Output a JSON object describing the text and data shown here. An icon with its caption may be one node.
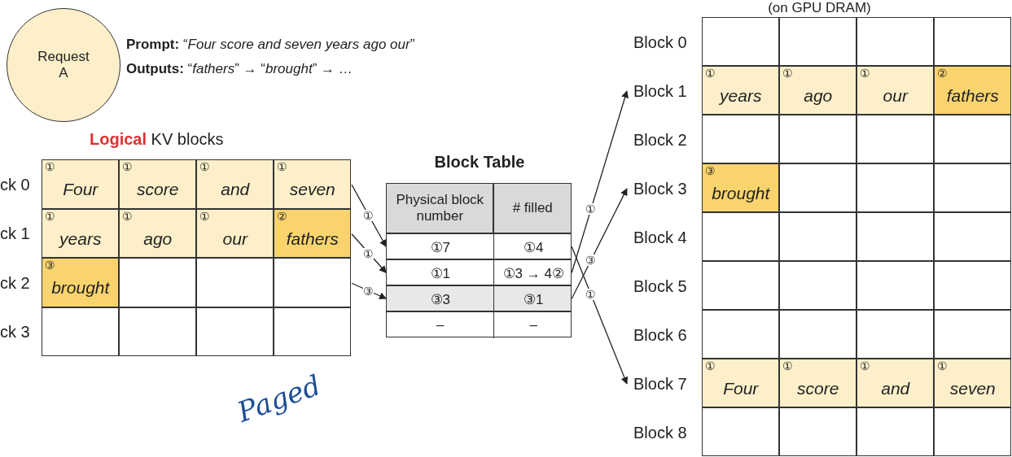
{
  "diagram": {
    "nodes": [
      {
        "text": [
          "Request A"
        ]
      },
      {
        "text": [
          "Logical KV blocks"
        ]
      },
      {
        "text": [
          "ck 0"
        ],
        "in": 1
      },
      {
        "text": [
          "①",
          "Four"
        ],
        "in": 2
      },
      {
        "text": [
          "①",
          "score"
        ],
        "in": 2
      },
      {
        "text": [
          "①",
          "and"
        ],
        "in": 2
      },
      {
        "text": [
          "①",
          "seven"
        ],
        "in": 2
      },
      {
        "text": [
          "ck 1"
        ],
        "in": 1
      },
      {
        "text": [
          "①",
          "years"
        ],
        "in": 7
      },
      {
        "text": [
          "①",
          "ago"
        ],
        "in": 7
      },
      {
        "text": [
          "①",
          "our"
        ],
        "in": 7
      },
      {
        "text": [
          "②",
          "fathers"
        ],
        "in": 7
      },
      {
        "text": [
          "ck 2"
        ],
        "in": 1
      },
      {
        "text": [
          "③",
          "brought"
        ],
        "in": 12
      },
      {
        "text": [],
        "shape": "box",
        "in": 12
      },
      {
        "text": [],
        "shape": "box",
        "in": 12
      },
      {
        "text": [],
        "shape": "box",
        "in": 12
      },
      {
        "text": [
          "ck 3"
        ],
        "in": 1
      },
      {
        "text": [],
        "shape": "box",
        "in": 17
      },
      {
        "text": [],
        "shape": "box",
        "in": 17
      },
      {
        "text": [],
        "shape": "box",
        "in": 17
      },
      {
        "text": [],
        "shape": "box",
        "in": 17
      },
      {
        "text": [
          "Block Table"
        ]
      },
      {
        "text": [
          "Physical block number"
        ],
        "in": 22
      },
      {
        "text": [
          "# filled"
        ],
        "in": 22
      },
      {
        "text": [],
        "shape": "box",
        "in": 22
      },
      {
        "text": [
          "①7"
        ],
        "in": 25
      },
      {
        "text": [
          "①4"
        ],
        "in": 25
      },
      {
        "text": [],
        "shape": "box",
        "in": 22
      },
      {
        "text": [
          "①1"
        ],
        "in": 28
      },
      {
        "text": [
          "①3 → 4②"
        ],
        "in": 28
      },
      {
        "text": [],
        "shape": "box",
        "in": 22
      },
      {
        "text": [
          "③3"
        ],
        "in": 31
      },
      {
        "text": [
          "③1"
        ],
        "in": 31
      },
      {
        "text": [],
        "shape": "box",
        "in": 22
      },
      {
        "text": [
          "–"
        ],
        "in": 34
      },
      {
        "text": [
          "–"
        ],
        "in": 34
      },
      {
        "text": [
          "(on GPU DRAM)"
        ]
      },
      {
        "text": [
          "Block 0"
        ],
        "in": 37
      },
      {
        "text": [],
        "shape": "box",
        "in": 38
      },
      {
        "text": [],
        "shape": "box",
        "in": 38
      },
      {
        "text": [],
        "shape": "box",
        "in": 38
      },
      {
        "text": [],
        "shape": "box",
        "in": 38
      },
      {
        "text": [
          "Block 1"
        ],
        "in": 37
      },
      {
        "text": [
          "①",
          "years"
        ],
        "in": 43
      },
      {
        "text": [
          "①",
          "ago"
        ],
        "in": 43
      },
      {
        "text": [
          "①",
          "our"
        ],
        "in": 43
      },
      {
        "text": [
          "②",
          "fathers"
        ],
        "in": 43
      },
      {
        "text": [
          "Block 2"
        ],
        "in": 37
      },
      {
        "text": [],
        "shape": "box",
        "in": 48
      },
      {
        "text": [],
        "shape": "box",
        "in": 48
      },
      {
        "text": [],
        "shape": "box",
        "in": 48
      },
      {
        "text": [],
        "shape": "box",
        "in": 48
      },
      {
        "text": [
          "Block 3"
        ],
        "in": 37
      },
      {
        "text": [
          "③",
          "brought"
        ],
        "in": 53
      },
      {
        "text": [],
        "shape": "box",
        "in": 53
      },
      {
        "text": [],
        "shape": "box",
        "in": 53
      },
      {
        "text": [],
        "shape": "box",
        "in": 53
      },
      {
        "text": [
          "Block 4"
        ],
        "in": 37
      },
      {
        "text": [],
        "shape": "box",
        "in": 58
      },
      {
        "text": [],
        "shape": "box",
        "in": 58
      },
      {
        "text": [],
        "shape": "box",
        "in": 58
      },
      {
        "text": [],
        "shape": "box",
        "in": 58
      },
      {
        "text": [
          "Block 5"
        ],
        "in": 37
      },
      {
        "text": [],
        "shape": "box",
        "in": 63
      },
      {
        "text": [],
        "shape": "box",
        "in": 63
      },
      {
        "text": [],
        "shape": "box",
        "in": 63
      },
      {
        "text": [],
        "shape": "box",
        "in": 63
      },
      {
        "text": [
          "Block 6"
        ],
        "in": 37
      },
      {
        "text": [],
        "shape": "box",
        "in": 68
      },
      {
        "text": [],
        "shape": "box",
        "in": 68
      },
      {
        "text": [],
        "shape": "box",
        "in": 68
      },
      {
        "text": [],
        "shape": "box",
        "in": 68
      },
      {
        "text": [
          "Block 7"
        ],
        "in": 37
      },
      {
        "text": [
          "①",
          "Four"
        ],
        "in": 73
      },
      {
        "text": [
          "①",
          "score"
        ],
        "in": 73
      },
      {
        "text": [
          "①",
          "and"
        ],
        "in": 73
      },
      {
        "text": [
          "①",
          "seven"
        ],
        "in": 73
      },
      {
        "text": [
          "Block 8"
        ],
        "in": 37
      },
      {
        "text": [],
        "shape": "box",
        "in": 78
      },
      {
        "text": [],
        "shape": "box",
        "in": 78
      },
      {
        "text": [],
        "shape": "box",
        "in": 78
      },
      {
        "text": [],
        "shape": "box",
        "in": 78
      }
    ],
    "edges": [
      {
        "from": 2,
        "to": 25,
        "arrow": "to",
        "label": "①"
      },
      {
        "from": 7,
        "to": 28,
        "arrow": "to",
        "label": "①"
      },
      {
        "from": 12,
        "to": 31,
        "arrow": "to",
        "label": "③"
      },
      {
        "from": 25,
        "to": 73,
        "arrow": "to",
        "label": "①"
      },
      {
        "from": 28,
        "to": 43,
        "arrow": "to",
        "label": "①"
      },
      {
        "from": 31,
        "to": 53,
        "arrow": "to",
        "label": "③"
      }
    ],
    "labels": [
      "**Prompt:** “*Four score and seven years ago our*”",
      "**Outputs:** “*fathers*” → “*brought*” → …",
      "Paged"
    ]
  }
}
